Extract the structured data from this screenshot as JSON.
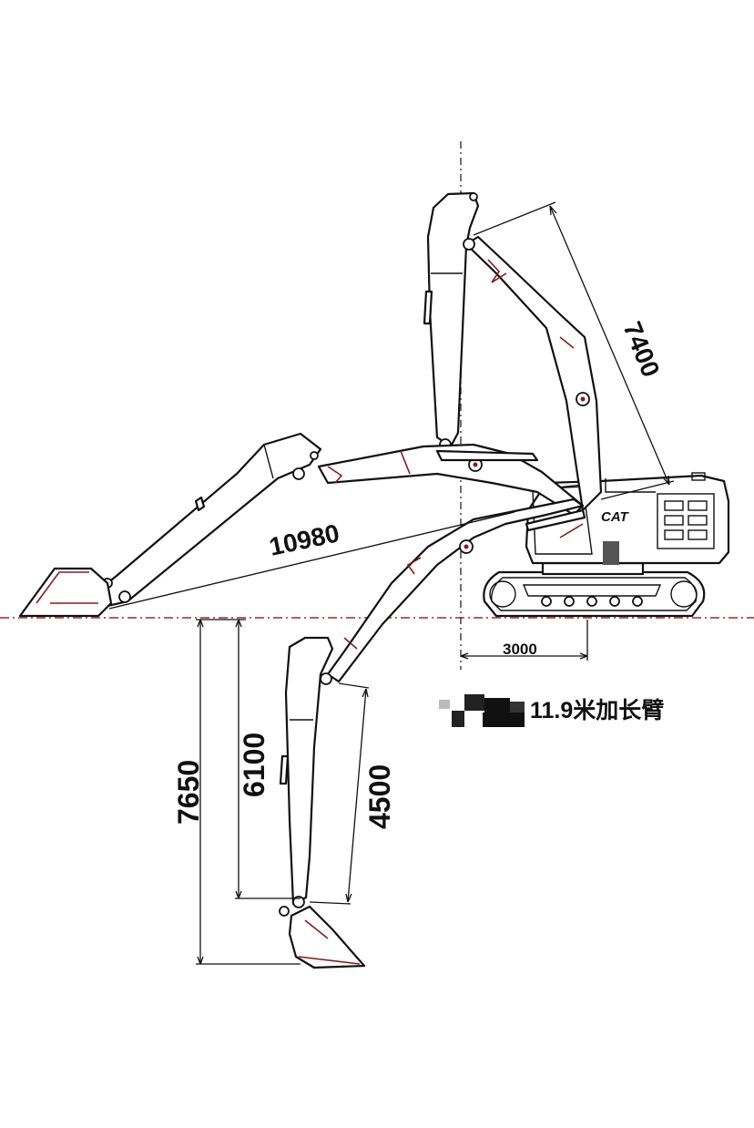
{
  "diagram": {
    "caption": "11.9米加长臂",
    "logo_text": "CAT",
    "dimensions": {
      "boom_length": "7400",
      "max_reach": "10980",
      "tail_offset": "3000",
      "dig_depth_max": "7650",
      "dig_depth_vertical": "6100",
      "stick_length": "4500"
    }
  }
}
